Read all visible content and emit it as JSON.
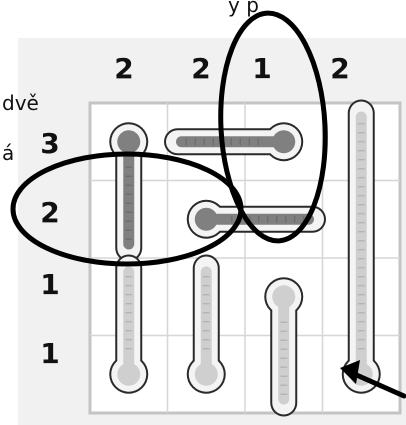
{
  "caption": {
    "top_fragment": "y p",
    "left_line1": "dvě",
    "left_line2": "á"
  },
  "puzzle": {
    "column_clues": [
      "2",
      "2",
      "1",
      "2"
    ],
    "row_clues": [
      "3",
      "2",
      "1",
      "1"
    ],
    "thermometers": [
      {
        "id": "t1",
        "cells": [
          [
            0,
            0
          ],
          [
            1,
            0
          ]
        ],
        "bulb": "top"
      },
      {
        "id": "t2",
        "cells": [
          [
            0,
            1
          ],
          [
            0,
            2
          ]
        ],
        "bulb": "right"
      },
      {
        "id": "t3",
        "cells": [
          [
            1,
            1
          ],
          [
            1,
            2
          ]
        ],
        "bulb": "left"
      },
      {
        "id": "t4",
        "cells": [
          [
            0,
            3
          ],
          [
            1,
            3
          ],
          [
            2,
            3
          ],
          [
            3,
            3
          ]
        ],
        "bulb": "bottom"
      },
      {
        "id": "t5",
        "cells": [
          [
            2,
            0
          ],
          [
            3,
            0
          ]
        ],
        "bulb": "bottom"
      },
      {
        "id": "t6",
        "cells": [
          [
            2,
            1
          ],
          [
            3,
            1
          ]
        ],
        "bulb": "bottom"
      },
      {
        "id": "t7",
        "cells": [
          [
            2,
            2
          ],
          [
            3,
            2
          ]
        ],
        "bulb": "top"
      }
    ],
    "filled_cells": [
      [
        0,
        0
      ],
      [
        1,
        0
      ],
      [
        0,
        1
      ],
      [
        0,
        2
      ],
      [
        1,
        1
      ],
      [
        1,
        2
      ]
    ],
    "colors": {
      "fill": "#808080",
      "empty": "#cfcfcf",
      "outline": "#2a2a2a",
      "grid": "#d6d6d6"
    }
  },
  "annotations": {
    "circles": [
      "column-3-ellipse",
      "row-2-ellipse"
    ],
    "arrow": "points to bottom bulb of column 4"
  }
}
